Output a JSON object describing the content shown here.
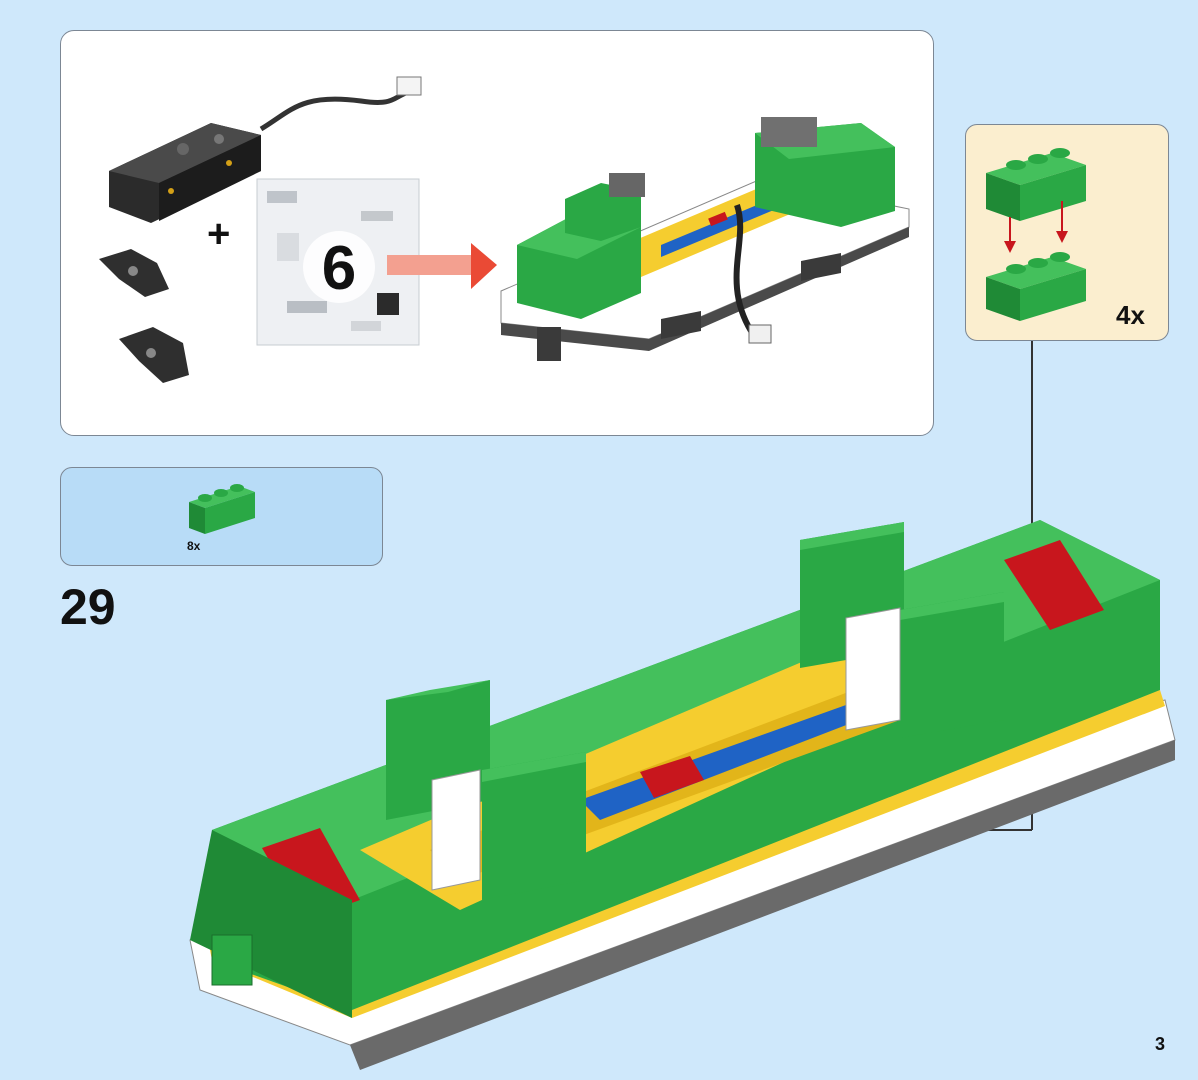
{
  "intro_panel": {
    "plus_sign": "+",
    "bag_number": "6"
  },
  "parts_list": {
    "items": [
      {
        "part": "green-brick-1x3",
        "quantity": "8x"
      }
    ]
  },
  "step": {
    "number": "29"
  },
  "sub_assembly": {
    "repeat": "4x"
  },
  "page": {
    "number": "3"
  },
  "colors": {
    "background": "#cfe8fb",
    "parts_panel": "#b8dcf7",
    "sub_panel": "#fbeecf",
    "lego_green": "#2aa845",
    "lego_red": "#c8161d",
    "lego_yellow": "#f5cd2f",
    "lego_blue": "#1f63c5",
    "arrow_red": "#ea4a35"
  }
}
